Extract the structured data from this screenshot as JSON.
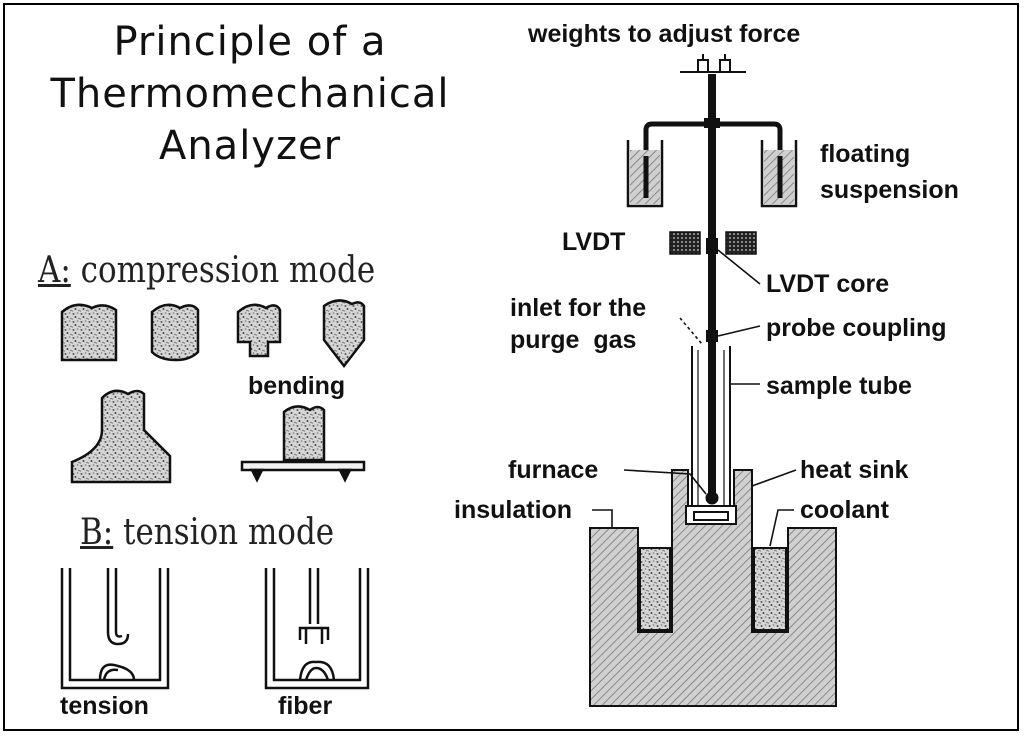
{
  "title": {
    "line1": "Principle of a",
    "line2": "Thermomechanical",
    "line3": "Analyzer"
  },
  "section_a": {
    "letter": "A:",
    "text": " compression mode",
    "bending_label": "bending"
  },
  "section_b": {
    "letter": "B:",
    "text": " tension mode",
    "tension_label": "tension",
    "fiber_label": "fiber"
  },
  "apparatus": {
    "weights": "weights to adjust force",
    "floating_1": "floating",
    "floating_2": "suspension",
    "lvdt": "LVDT",
    "lvdt_core": "LVDT core",
    "inlet_1": "inlet for the",
    "inlet_2": "purge  gas",
    "probe_coupling": "probe coupling",
    "sample_tube": "sample tube",
    "furnace": "furnace",
    "heat_sink": "heat sink",
    "insulation": "insulation",
    "coolant": "coolant"
  },
  "colors": {
    "ink": "#111111",
    "hatch_fill": "#c8c8c8",
    "speckle_fill": "#bdbdbd"
  }
}
